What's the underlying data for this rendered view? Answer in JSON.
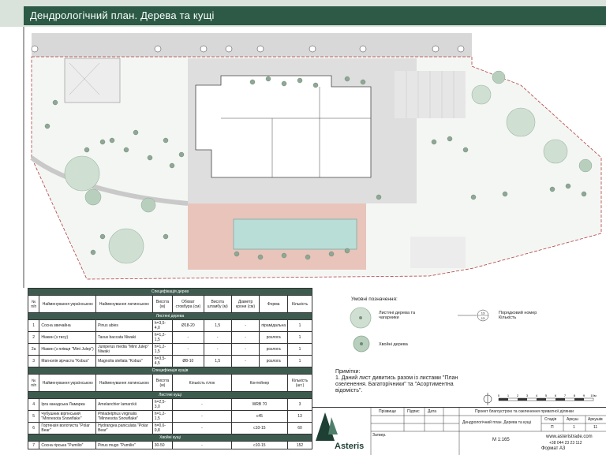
{
  "header": {
    "title": "Дендрологічний план. Дерева та кущі"
  },
  "spec_trees": {
    "band_title": "Специфікація дерев",
    "columns": [
      "№ п/п",
      "Найменування українською",
      "Найменування латинською",
      "Висота (м)",
      "Обхват стовбура (см)",
      "Висота штамбу (м)",
      "Діаметр крони (см)",
      "Форма",
      "Кількість"
    ],
    "subtitle": "Листяні дерева",
    "rows": [
      {
        "n": "1",
        "ua": "Сосна звичайна",
        "lat": "Pinus abies",
        "h": "h=3,5-4,0",
        "girth": "Ø18-20",
        "stem": "1,5",
        "crown": "-",
        "form": "пірамідальна",
        "qty": "1"
      },
      {
        "n": "2",
        "ua": "Ніакин (з тису)",
        "lat": "Taxus baccata Niwaki",
        "h": "h=1,2-1,5",
        "girth": "-",
        "stem": "-",
        "crown": "-",
        "form": "розлога",
        "qty": "1"
      },
      {
        "n": "2а",
        "ua": "Ніакин (з ялівця \"Mint Julep\")",
        "lat": "Juniperus media \"Mint Julep\" Niwaki",
        "h": "h=1,2-1,5",
        "girth": "-",
        "stem": "-",
        "crown": "-",
        "form": "розлога",
        "qty": "1"
      },
      {
        "n": "3",
        "ua": "Магнолія зірчаста \"Kobus\"",
        "lat": "Magnolia stellata \"Kobus\"",
        "h": "h=3,5-4,5",
        "girth": "Ø8-10",
        "stem": "1,5",
        "crown": "-",
        "form": "розлога",
        "qty": "1"
      }
    ]
  },
  "spec_shrubs": {
    "band_title": "Специфікація кущів",
    "columns": [
      "№ п/п",
      "Найменування українською",
      "Найменування латинською",
      "Висота (м)",
      "Кількість гілок",
      "Контейнер",
      "Кількість (шт.)"
    ],
    "subtitle": "Листяні кущі",
    "subtitle2": "Хвойні кущі",
    "rows": [
      {
        "n": "4",
        "ua": "Ірга канадська Ламарка",
        "lat": "Amelanchier lamarckii",
        "h": "h=2,5-3,0",
        "branches": "-",
        "container": "WRB 70",
        "qty": "3"
      },
      {
        "n": "5",
        "ua": "Чубушник віргінський \"Minnesota Snowflake\"",
        "lat": "Philadelphus virginalis \"Minnesota Snowflake\"",
        "h": "h=1,2-1,5",
        "branches": "-",
        "container": "c45",
        "qty": "13"
      },
      {
        "n": "6",
        "ua": "Гортензія волотиста \"Polar Bear\"",
        "lat": "Hydrangea paniculata \"Polar Bear\"",
        "h": "h=0,6-0,8",
        "branches": "-",
        "container": "c10-15",
        "qty": "60"
      },
      {
        "n": "7",
        "ua": "Сосна гірська \"Pumilio\"",
        "lat": "Pinus mugo \"Pumilio\"",
        "h": "30-50",
        "branches": "-",
        "container": "c10-15",
        "qty": "152"
      }
    ]
  },
  "legend": {
    "title": "Умовні позначення:",
    "deciduous": "Листяні дерева та чагарники",
    "conifer": "Хвойні дерева",
    "marker": "Порядковий номер Кількість",
    "marker_num": "13",
    "marker_qty": "13"
  },
  "notes": {
    "title": "Примітки:",
    "text": "1. Даний лист дивитись разом із листами \"План озеленення. Багаторічники\" та \"Асортиментна відомість\"."
  },
  "scale": {
    "labels": [
      "0",
      "1",
      "2",
      "3",
      "4",
      "5",
      "6",
      "7",
      "8",
      "9",
      "10м"
    ]
  },
  "title_block": {
    "project": "Проект благоустрою та озеленення приватної ділянки",
    "sheet_name": "Дендрологічний план. Дерева та кущі",
    "stage_label": "Стадія",
    "stage": "П",
    "sheet_label": "Аркуш",
    "sheet": "1",
    "sheets_label": "Аркушів",
    "sheets": "11",
    "scale": "М 1:165",
    "site": "www.asteristrade.com",
    "phone": "+38 044 23 23 112",
    "col_surname": "Прізвище",
    "col_sign": "Підпис",
    "col_date": "Дата",
    "approved": "Затвер.",
    "company": "Asteris",
    "format": "Формат А3"
  },
  "colors": {
    "header": "#2c5a46",
    "pool": "#b9ded8",
    "terrace": "#e8c4bb",
    "paving": "#dcdcdc",
    "band": "#3e5b50"
  }
}
